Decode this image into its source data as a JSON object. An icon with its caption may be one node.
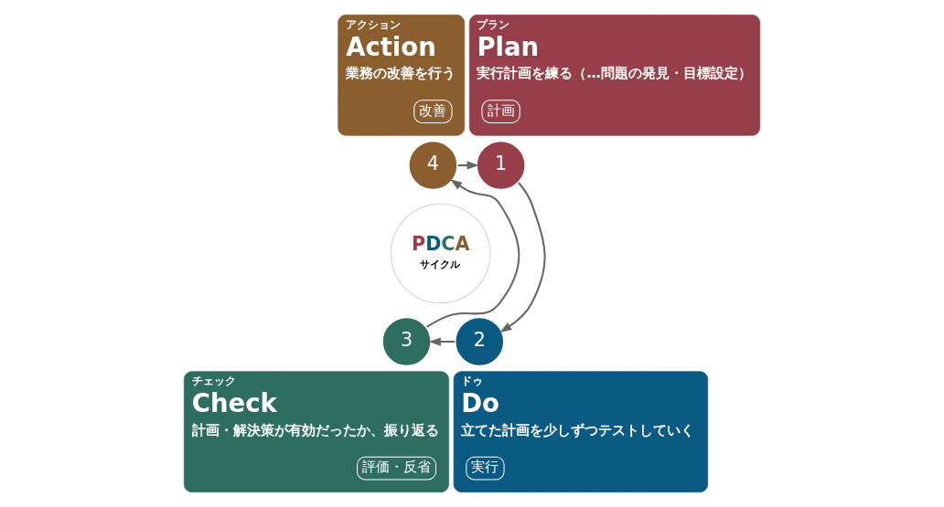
{
  "diagram": {
    "nodes": [
      {
        "text": [
          "PDCA",
          "サイクル"
        ]
      },
      {
        "text": [
          "プラン",
          "Plan",
          "実行計画を練る（…問題の発見・目標設定）"
        ]
      },
      {
        "text": [
          "計画"
        ],
        "in": 1
      },
      {
        "text": [
          "ドゥ",
          "Do",
          "立てた計画を少しずつテストしていく"
        ]
      },
      {
        "text": [
          "実行"
        ],
        "in": 3
      },
      {
        "text": [
          "チェック",
          "Check",
          "計画・解決策が有効だったか、振り返る"
        ]
      },
      {
        "text": [
          "評価・反省"
        ],
        "in": 5
      },
      {
        "text": [
          "アクション",
          "Action",
          "業務の改善を行う"
        ]
      },
      {
        "text": [
          "改善"
        ],
        "in": 7
      },
      {
        "text": [
          "1"
        ]
      },
      {
        "text": [
          "2"
        ]
      },
      {
        "text": [
          "3"
        ]
      },
      {
        "text": [
          "4"
        ]
      }
    ],
    "edges": [
      {
        "from": 9,
        "to": 10,
        "arrow": "to"
      },
      {
        "from": 10,
        "to": 11,
        "arrow": "to"
      },
      {
        "from": 11,
        "to": 12,
        "arrow": "to"
      },
      {
        "from": 12,
        "to": 9,
        "arrow": "to"
      }
    ]
  }
}
